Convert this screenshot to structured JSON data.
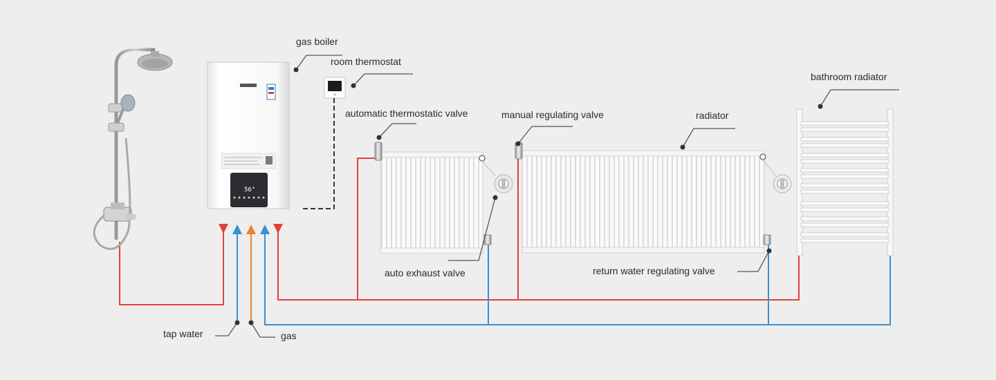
{
  "labels": {
    "gas_boiler": "gas boiler",
    "room_thermostat": "room thermostat",
    "automatic_thermostatic_valve": "automatic thermostatic valve",
    "manual_regulating_valve": "manual regulating valve",
    "radiator": "radiator",
    "bathroom_radiator": "bathroom radiator",
    "auto_exhaust_valve": "auto exhaust valve",
    "return_water_regulating_valve": "return water regulating valve",
    "tap_water": "tap water",
    "gas": "gas"
  },
  "boiler": {
    "display": "56°"
  },
  "colors": {
    "hot_pipe": "#e0413a",
    "cold_pipe": "#3a8fd0",
    "gas_pipe": "#e8852b",
    "background": "#eeeeee",
    "leader": "#555555"
  }
}
